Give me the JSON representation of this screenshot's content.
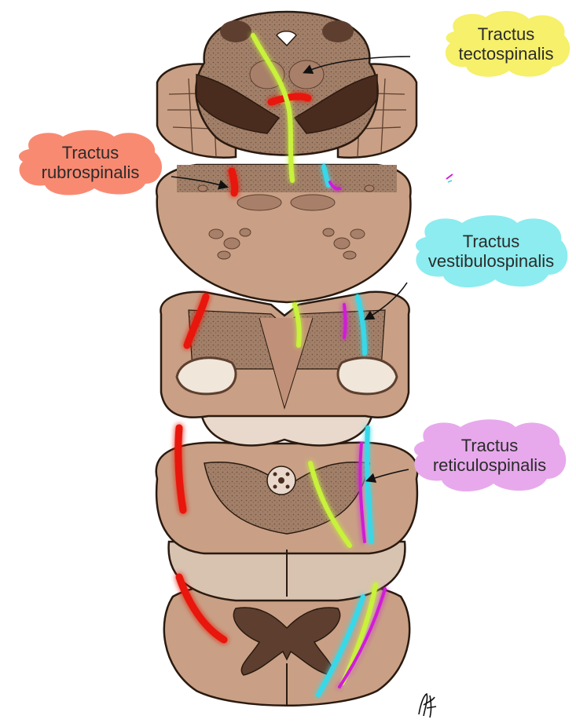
{
  "labels": {
    "tectospinalis": {
      "line1": "Tractus",
      "line2": "tectospinalis",
      "color": "#f6f06a"
    },
    "rubrospinalis": {
      "line1": "Tractus",
      "line2": "rubrospinalis",
      "color": "#f98a72"
    },
    "vestibulospinalis": {
      "line1": "Tractus",
      "line2": "vestibulospinalis",
      "color": "#8cecef"
    },
    "reticulospinalis": {
      "line1": "Tractus",
      "line2": "reticulospinalis",
      "color": "#e7a9ec"
    }
  },
  "tract_colors": {
    "tectospinal": "#c8f23a",
    "rubrospinal": "#e8190c",
    "vestibulospinal": "#39d8e8",
    "reticulospinal": "#d01fd6"
  },
  "tissue_colors": {
    "outer": "#c9a085",
    "dark": "#4a2c1e",
    "gray": "#8b6550",
    "pale": "#e8d9cc",
    "outline": "#2a1a10"
  }
}
